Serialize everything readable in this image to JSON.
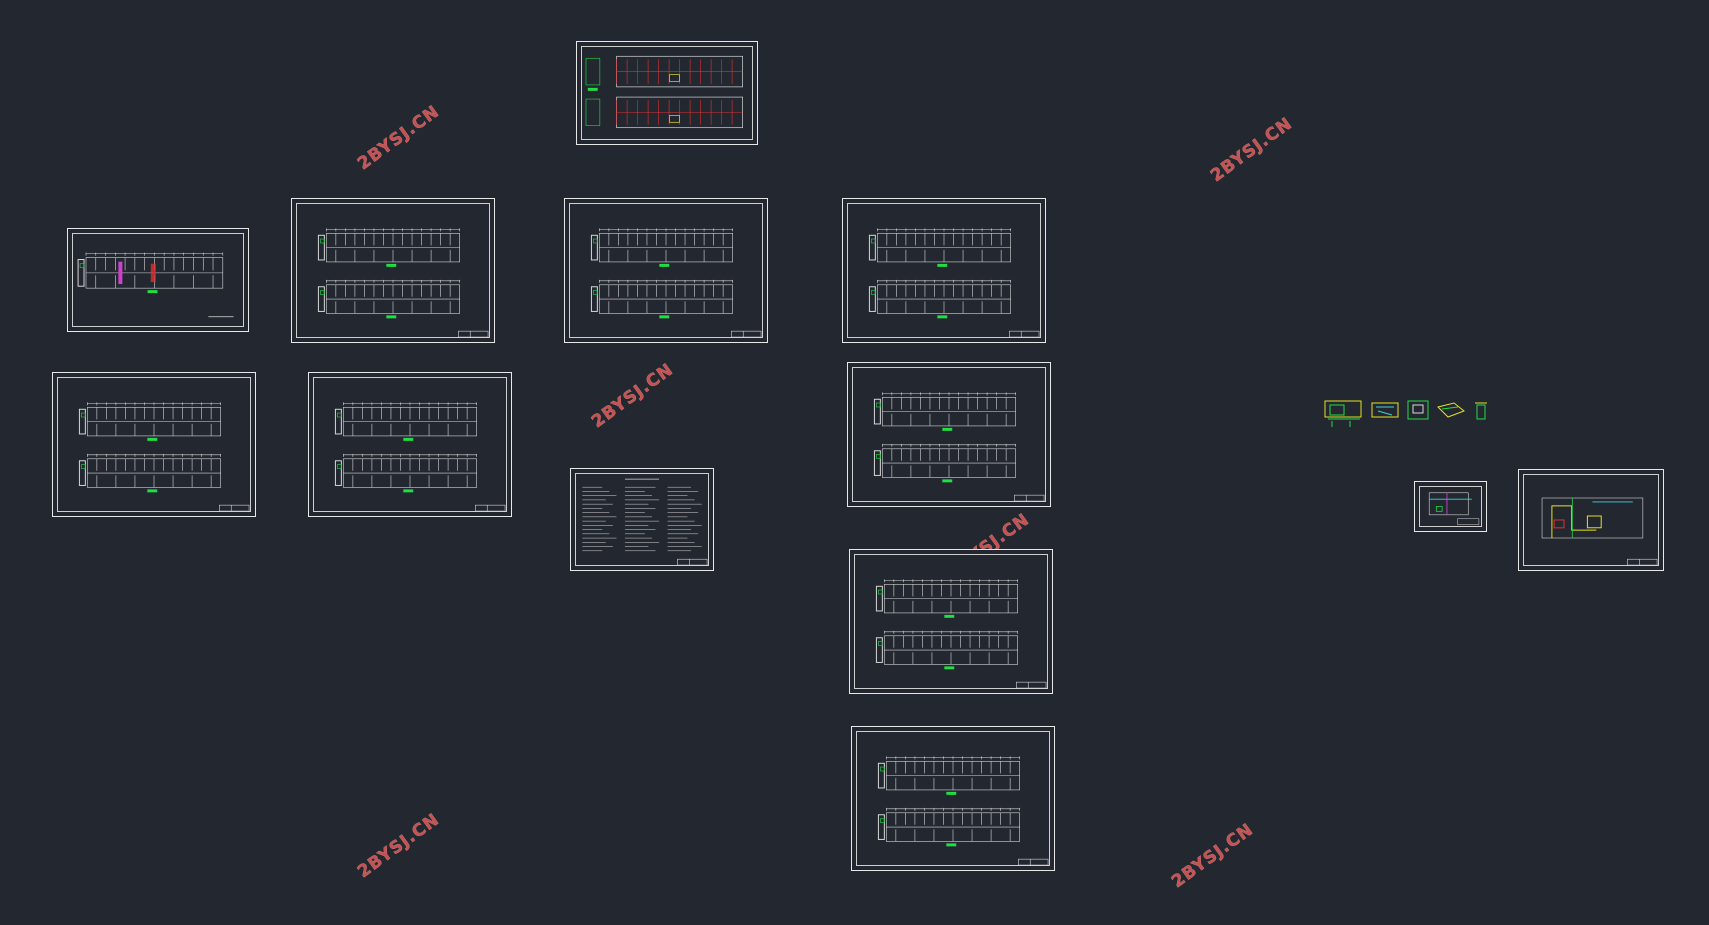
{
  "app": {
    "background_color": "#232830",
    "sheet_line_color": "#e8e8e8",
    "plan_line_color": "#d8d8d8",
    "accent_green": "#22dd44",
    "accent_red": "#e03030",
    "accent_yellow": "#e8e020",
    "accent_magenta": "#d040d0",
    "accent_cyan": "#40d0e0"
  },
  "watermarks": [
    {
      "text": "2BYSJ.CN"
    },
    {
      "text": "2BYSJ.CN"
    },
    {
      "text": "2BYSJ.CN"
    },
    {
      "text": "2BYSJ.CN"
    },
    {
      "text": "2BYSJ.CN"
    },
    {
      "text": "2BYSJ.CN"
    }
  ],
  "sheets": [
    {
      "kind": "elevation-red"
    },
    {
      "kind": "single-plan-color"
    },
    {
      "kind": "double-plan"
    },
    {
      "kind": "double-plan"
    },
    {
      "kind": "double-plan"
    },
    {
      "kind": "double-plan"
    },
    {
      "kind": "double-plan"
    },
    {
      "kind": "notes"
    },
    {
      "kind": "double-plan"
    },
    {
      "kind": "double-plan"
    },
    {
      "kind": "double-plan"
    },
    {
      "kind": "detail-small"
    },
    {
      "kind": "detail-color"
    }
  ]
}
